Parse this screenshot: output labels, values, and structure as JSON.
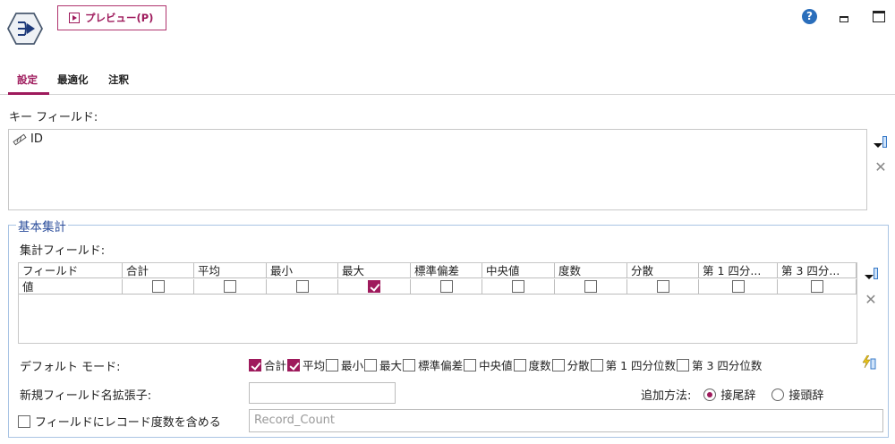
{
  "header": {
    "preview_label": "プレビュー(P)",
    "help_glyph": "?"
  },
  "tabs": [
    {
      "label": "設定",
      "active": true
    },
    {
      "label": "最適化",
      "active": false
    },
    {
      "label": "注釈",
      "active": false
    }
  ],
  "key_fields": {
    "label": "キー フィールド:",
    "items": [
      {
        "name": "ID",
        "icon": "key-icon"
      }
    ]
  },
  "basic_aggregation": {
    "legend": "基本集計",
    "agg_fields_label": "集計フィールド:",
    "grid": {
      "columns": [
        "フィールド",
        "合計",
        "平均",
        "最小",
        "最大",
        "標準偏差",
        "中央値",
        "度数",
        "分散",
        "第 1 四分...",
        "第 3 四分..."
      ],
      "rows": [
        {
          "field": "値",
          "checks": [
            false,
            false,
            false,
            true,
            false,
            false,
            false,
            false,
            false,
            false
          ]
        }
      ]
    },
    "default_mode": {
      "label": "デフォルト モード:",
      "options": [
        {
          "label": "合計",
          "checked": true
        },
        {
          "label": "平均",
          "checked": true
        },
        {
          "label": "最小",
          "checked": false
        },
        {
          "label": "最大",
          "checked": false
        },
        {
          "label": "標準偏差",
          "checked": false
        },
        {
          "label": "中央値",
          "checked": false
        },
        {
          "label": "度数",
          "checked": false
        },
        {
          "label": "分散",
          "checked": false
        },
        {
          "label": "第 1 四分位数",
          "checked": false
        },
        {
          "label": "第 3 四分位数",
          "checked": false
        }
      ]
    },
    "new_field_suffix": {
      "label": "新規フィールド名拡張子:",
      "value": ""
    },
    "append_method": {
      "label": "追加方法:",
      "options": [
        {
          "label": "接尾辞",
          "selected": true
        },
        {
          "label": "接頭辞",
          "selected": false
        }
      ]
    },
    "record_count": {
      "label": "フィールドにレコード度数を含める",
      "checked": false,
      "value": "Record_Count"
    }
  },
  "colors": {
    "accent": "#9e1a5c",
    "legend_blue": "#2d4f9c",
    "help_blue": "#2a6ebb",
    "fieldset_border": "#a9c4e4"
  }
}
